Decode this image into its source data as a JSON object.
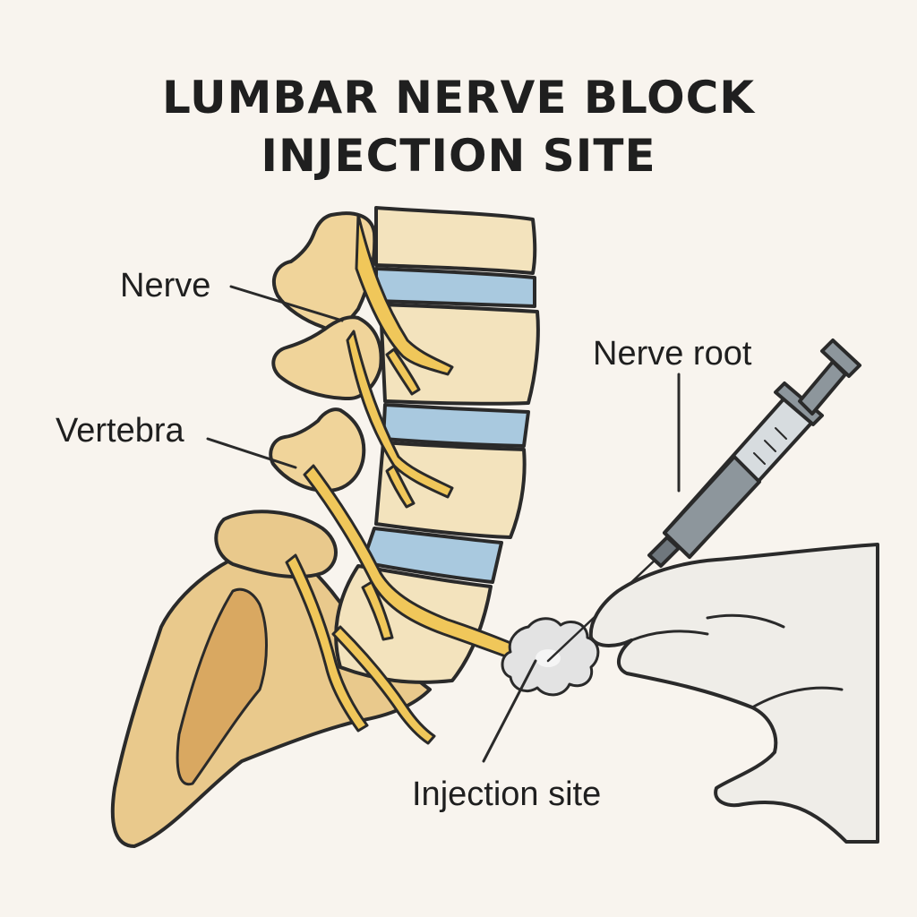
{
  "diagram": {
    "title_line_1": "LUMBAR NERVE BLOCK",
    "title_line_2": "INJECTION SITE",
    "labels": {
      "nerve": "Nerve",
      "vertebra": "Vertebra",
      "nerve_root": "Nerve root",
      "injection_site": "Injection site"
    }
  },
  "colors": {
    "background": "#f8f4ee",
    "bone_light": "#f3e3bd",
    "bone_mid": "#e9c98c",
    "bone_dark": "#d9a861",
    "disc": "#a9c9df",
    "nerve": "#f0c75a",
    "glove": "#efede8",
    "syringe_barrel": "#d7dcdf",
    "syringe_plunger": "#8d969c",
    "outline": "#2a2a2a"
  },
  "icons": [
    "syringe-icon",
    "gloved-hand-icon"
  ]
}
